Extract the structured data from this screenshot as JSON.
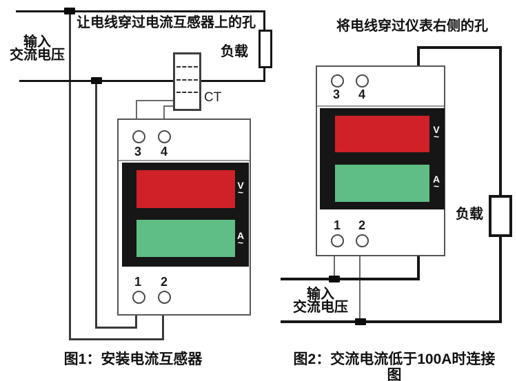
{
  "page": {
    "background": "#ffffff"
  },
  "colors": {
    "display_voltage_red": "#cf2127",
    "display_current_green": "#5fbe86",
    "display_bezel_black": "#161616",
    "wire_black": "#161616",
    "wire_thin_gray": "#6a6a6a"
  },
  "figure1": {
    "instruction": "让电线穿过电流互感器上的孔",
    "input_voltage_line1": "输入",
    "input_voltage_line2": "交流电压",
    "load_label": "负载",
    "ct_label": "CT",
    "meter": {
      "top_terminals": [
        "3",
        "4"
      ],
      "bottom_terminals": [
        "1",
        "2"
      ],
      "voltage_symbol": "V",
      "current_symbol": "A",
      "ac_tilde": "~"
    },
    "caption": "图1：安装电流互感器"
  },
  "figure2": {
    "instruction": "将电线穿过仪表右侧的孔",
    "input_voltage_line1": "输入",
    "input_voltage_line2": "交流电压",
    "load_label": "负载",
    "meter": {
      "top_terminals": [
        "3",
        "4"
      ],
      "bottom_terminals": [
        "1",
        "2"
      ],
      "voltage_symbol": "V",
      "current_symbol": "A",
      "ac_tilde": "~"
    },
    "caption": "图2：交流电流低于100A时连接图"
  }
}
